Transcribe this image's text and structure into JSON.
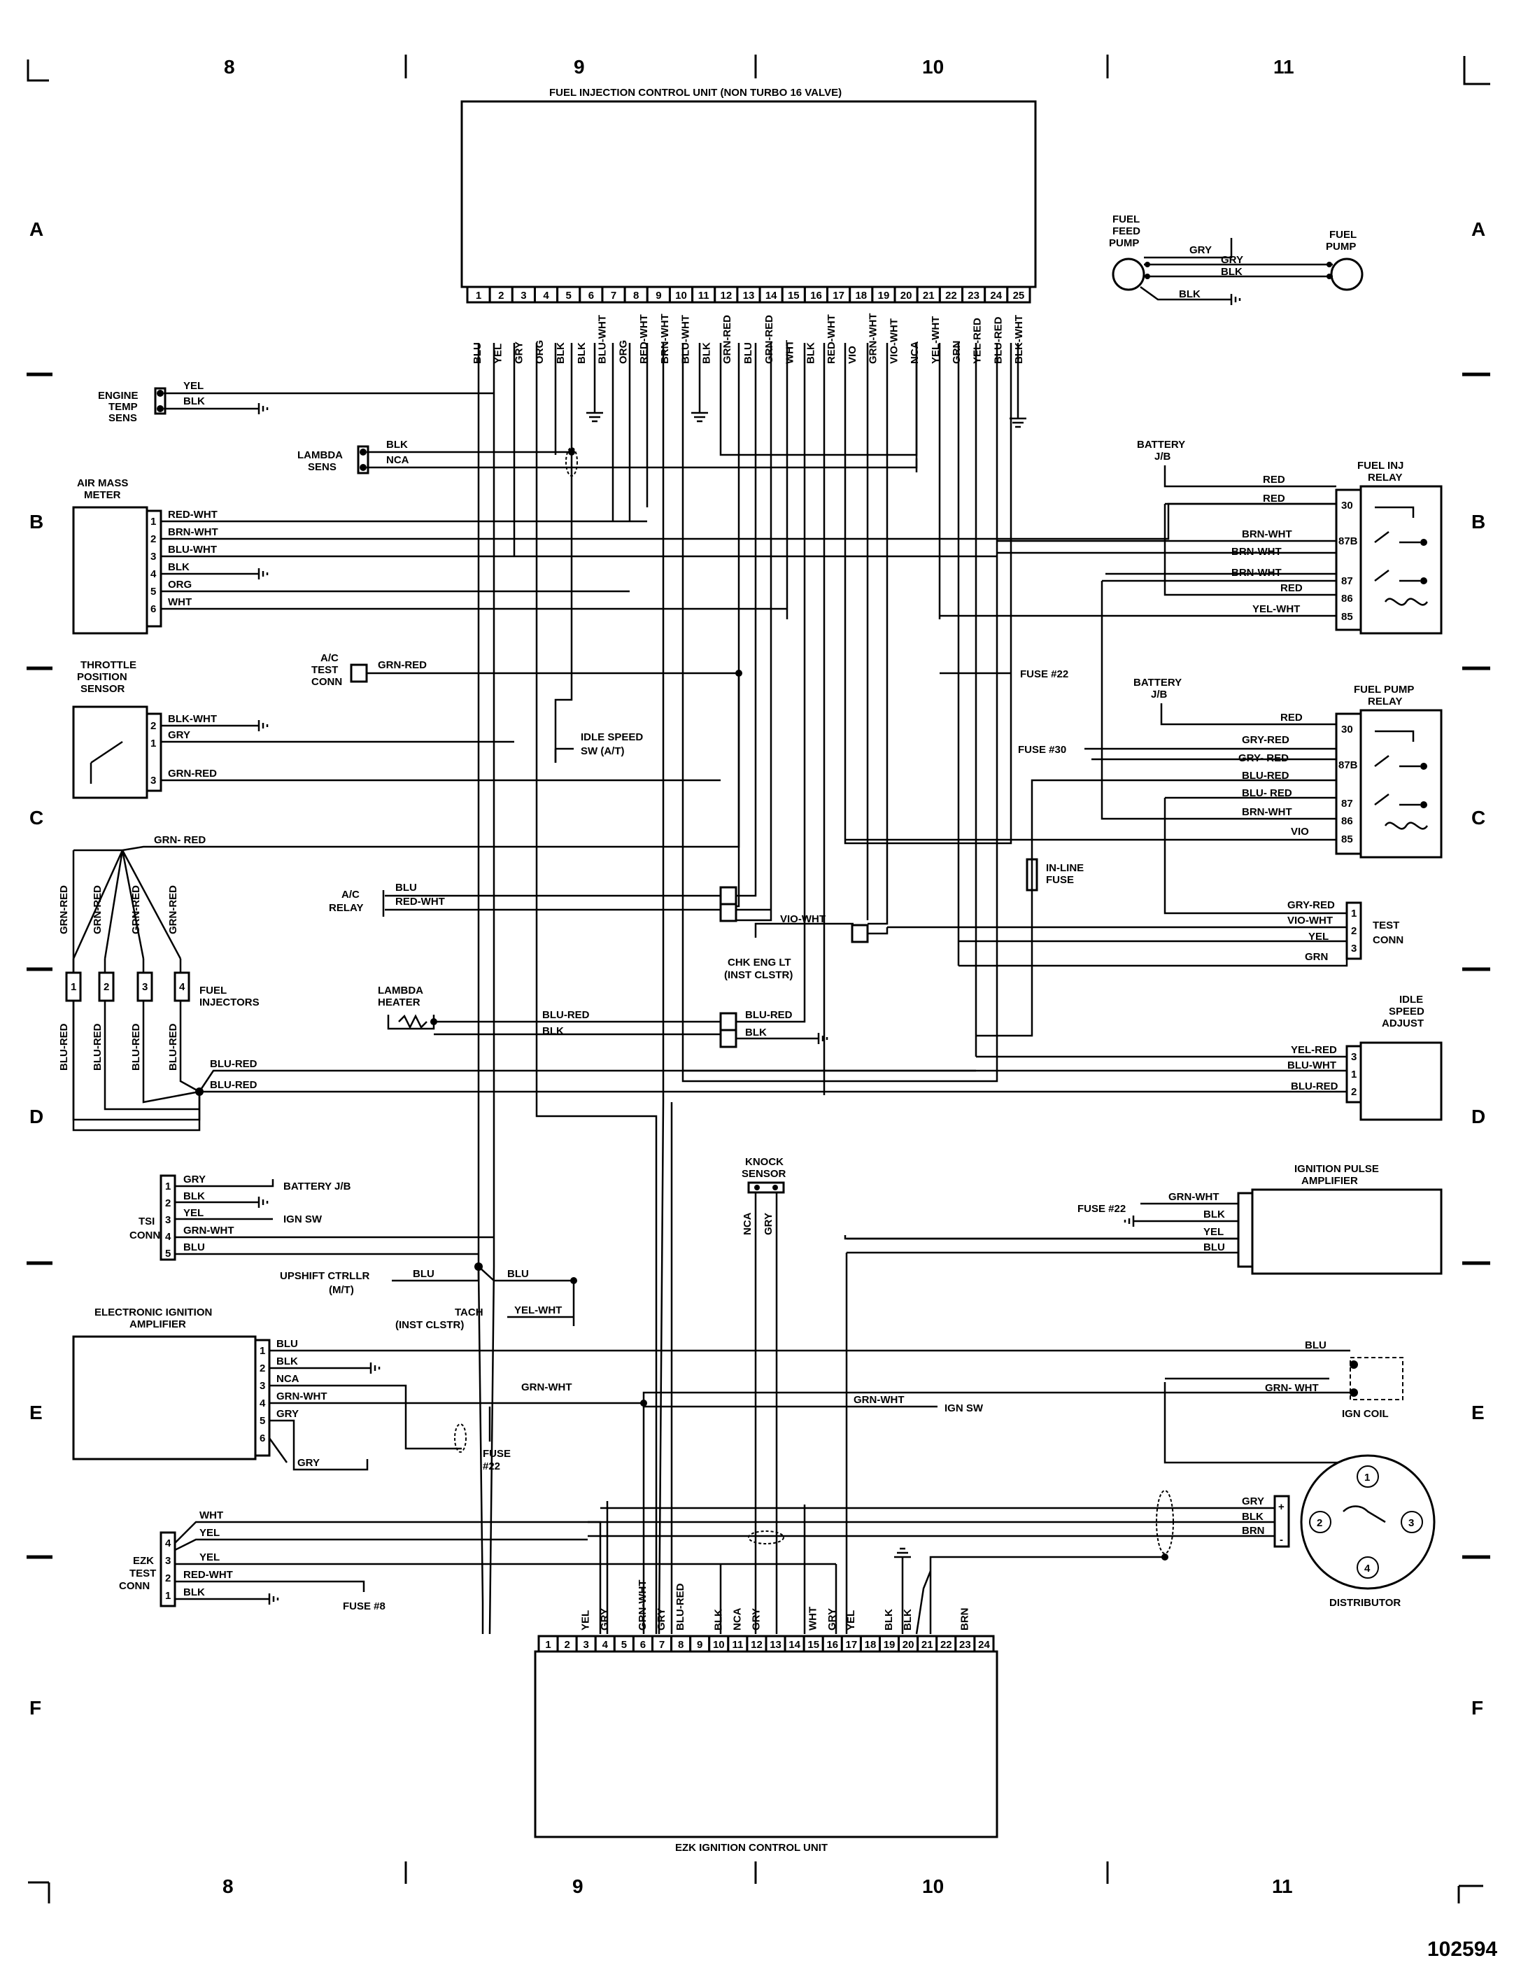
{
  "grid": {
    "cols_top": [
      "8",
      "9",
      "10",
      "11"
    ],
    "cols_bottom": [
      "8",
      "9",
      "10",
      "11"
    ],
    "rows": [
      "A",
      "B",
      "C",
      "D",
      "E",
      "F"
    ],
    "figure_number": "102594"
  },
  "components": {
    "fuel_ecu_title": "FUEL INJECTION CONTROL UNIT (NON TURBO 16 VALVE)",
    "ezk_title": "EZK IGNITION CONTROL UNIT",
    "engine_temp": [
      "ENGINE",
      "TEMP",
      "SENS"
    ],
    "lambda_sens": [
      "LAMBDA",
      "SENS"
    ],
    "air_mass": [
      "AIR MASS",
      "METER"
    ],
    "throttle": [
      "THROTTLE",
      "POSITION",
      "SENSOR"
    ],
    "ac_test": [
      "A/C",
      "TEST",
      "CONN"
    ],
    "idle_sw": [
      "IDLE SPEED",
      "SW (A/T)"
    ],
    "ac_relay": [
      "A/C",
      "RELAY"
    ],
    "chk_eng": [
      "CHK ENG LT",
      "(INST CLSTR)"
    ],
    "injectors": [
      "FUEL",
      "INJECTORS"
    ],
    "lambda_heater": [
      "LAMBDA",
      "HEATER"
    ],
    "inline_fuse": [
      "IN-LINE",
      "FUSE"
    ],
    "fuel_feed_pump": [
      "FUEL",
      "FEED",
      "PUMP"
    ],
    "fuel_pump": [
      "FUEL",
      "PUMP"
    ],
    "fuse30_top": [
      "FUSE",
      "#30"
    ],
    "battery_jb": [
      "BATTERY",
      "J/B"
    ],
    "fuel_inj_relay": [
      "FUEL INJ",
      "RELAY"
    ],
    "fuel_pump_relay": [
      "FUEL PUMP",
      "RELAY"
    ],
    "fuse22": "FUSE #22",
    "fuse30": "FUSE #30",
    "test_conn": [
      "TEST",
      "CONN"
    ],
    "idle_adjust": [
      "IDLE",
      "SPEED",
      "ADJUST"
    ],
    "tsi_conn": [
      "TSI",
      "CONN"
    ],
    "battery_jb_tsi": "BATTERY J/B",
    "ign_sw": "IGN SW",
    "upshift": [
      "UPSHIFT CTRLLR",
      "(M/T)"
    ],
    "tach": [
      "TACH",
      "(INST CLSTR)"
    ],
    "knock": [
      "KNOCK",
      "SENSOR"
    ],
    "ign_pulse_amp": [
      "IGNITION PULSE",
      "AMPLIFIER"
    ],
    "fuse22_b": "FUSE #22",
    "elec_ign_amp": [
      "ELECTRONIC IGNITION",
      "AMPLIFIER"
    ],
    "fuse22_c": [
      "FUSE",
      "#22"
    ],
    "ign_sw_e": "IGN SW",
    "ign_coil": "IGN COIL",
    "ezk_test": [
      "EZK",
      "TEST",
      "CONN"
    ],
    "fuse8": "FUSE #8",
    "distributor": "DISTRIBUTOR"
  },
  "ecu_pins": [
    "1",
    "2",
    "3",
    "4",
    "5",
    "6",
    "7",
    "8",
    "9",
    "10",
    "11",
    "12",
    "13",
    "14",
    "15",
    "16",
    "17",
    "18",
    "19",
    "20",
    "21",
    "22",
    "23",
    "24",
    "25"
  ],
  "ecu_wires": [
    "BLU",
    "YEL",
    "GRY",
    "ORG",
    "BLK",
    "BLK",
    "BLU-WHT",
    "ORG",
    "RED-WHT",
    "BRN-WHT",
    "BLU-WHT",
    "BLK",
    "GRN-RED",
    "BLU",
    "GRN-RED",
    "WHT",
    "BLK",
    "RED-WHT",
    "VIO",
    "GRN-WHT",
    "VIO-WHT",
    "NCA",
    "YEL-WHT",
    "GRN",
    "YEL-RED",
    "BLU-RED",
    "BLK-WHT"
  ],
  "ezk_pins": [
    "1",
    "2",
    "3",
    "4",
    "5",
    "6",
    "7",
    "8",
    "9",
    "10",
    "11",
    "12",
    "13",
    "14",
    "15",
    "16",
    "17",
    "18",
    "19",
    "20",
    "21",
    "22",
    "23",
    "24"
  ],
  "ezk_wires": [
    "YEL",
    "GRY",
    "GRN-WHT",
    "GRY",
    "BLU-RED",
    "BLK",
    "NCA",
    "GRY",
    "WHT",
    "GRY",
    "YEL",
    "BLK",
    "BLK",
    "BRN"
  ],
  "wire_labels": {
    "yel": "YEL",
    "blk": "BLK",
    "nca": "NCA",
    "gry": "GRY",
    "blu": "BLU",
    "wht": "WHT",
    "org": "ORG",
    "red": "RED",
    "brn": "BRN",
    "vio": "VIO",
    "red_wht": "RED-WHT",
    "brn_wht": "BRN-WHT",
    "blu_wht": "BLU-WHT",
    "blk_wht": "BLK-WHT",
    "grn_red": "GRN-RED",
    "grn_red_sp": "GRN- RED",
    "blu_red": "BLU-RED",
    "blu_red_sp": "BLU- RED",
    "vio_wht": "VIO-WHT",
    "yel_wht": "YEL-WHT",
    "yel_red": "YEL-RED",
    "grn_wht": "GRN-WHT",
    "grn_wht_sp": "GRN- WHT",
    "gry_red": "GRY-RED",
    "gry_red_sp": "GRY- RED",
    "grn": "GRN"
  },
  "pin_numbers": {
    "p1": "1",
    "p2": "2",
    "p3": "3",
    "p4": "4",
    "p5": "5",
    "p6": "6",
    "r30": "30",
    "r87b": "87B",
    "r87": "87",
    "r86": "86",
    "r85": "85",
    "plus": "+",
    "minus": "-"
  }
}
